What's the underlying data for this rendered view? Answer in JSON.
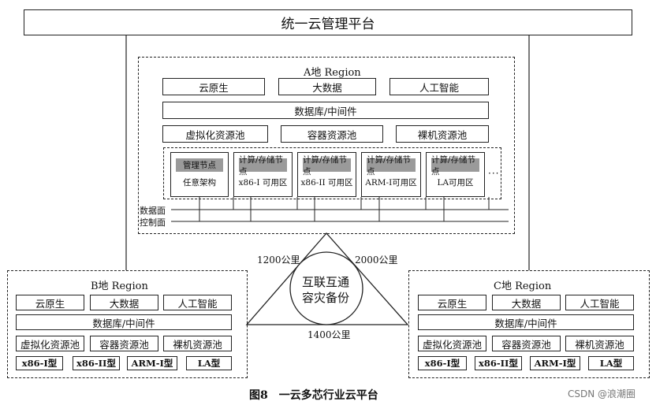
{
  "top": {
    "title": "统一云管理平台"
  },
  "regionA": {
    "title": "A地 Region",
    "row1": [
      "云原生",
      "大数据",
      "人工智能"
    ],
    "row2": "数据库/中间件",
    "row3": [
      "虚拟化资源池",
      "容器资源池",
      "裸机资源池"
    ],
    "nodes": [
      {
        "head": "管理节点",
        "body": "任意架构"
      },
      {
        "head": "计算/存储节点",
        "body": "x86-I 可用区"
      },
      {
        "head": "计算/存储节点",
        "body": "x86-II 可用区"
      },
      {
        "head": "计算/存储节点",
        "body": "ARM-I可用区"
      },
      {
        "head": "计算/存储节点",
        "body": "LA可用区"
      }
    ],
    "data_plane": "数据面",
    "control_plane": "控制面"
  },
  "regionB": {
    "title": "B地 Region",
    "row1": [
      "云原生",
      "大数据",
      "人工智能"
    ],
    "row2": "数据库/中间件",
    "row3": [
      "虚拟化资源池",
      "容器资源池",
      "裸机资源池"
    ],
    "row4": [
      "x86-I型",
      "x86-II型",
      "ARM-I型",
      "LA型"
    ]
  },
  "regionC": {
    "title": "C地 Region",
    "row1": [
      "云原生",
      "大数据",
      "人工智能"
    ],
    "row2": "数据库/中间件",
    "row3": [
      "虚拟化资源池",
      "容器资源池",
      "裸机资源池"
    ],
    "row4": [
      "x86-I型",
      "x86-II型",
      "ARM-I型",
      "LA型"
    ]
  },
  "center": {
    "circle_line1": "互联互通",
    "circle_line2": "容灾备份",
    "dist_left": "1200公里",
    "dist_right": "2000公里",
    "dist_bottom": "1400公里"
  },
  "caption": "图8　一云多芯行业云平台",
  "watermark": "CSDN @浪潮圈"
}
